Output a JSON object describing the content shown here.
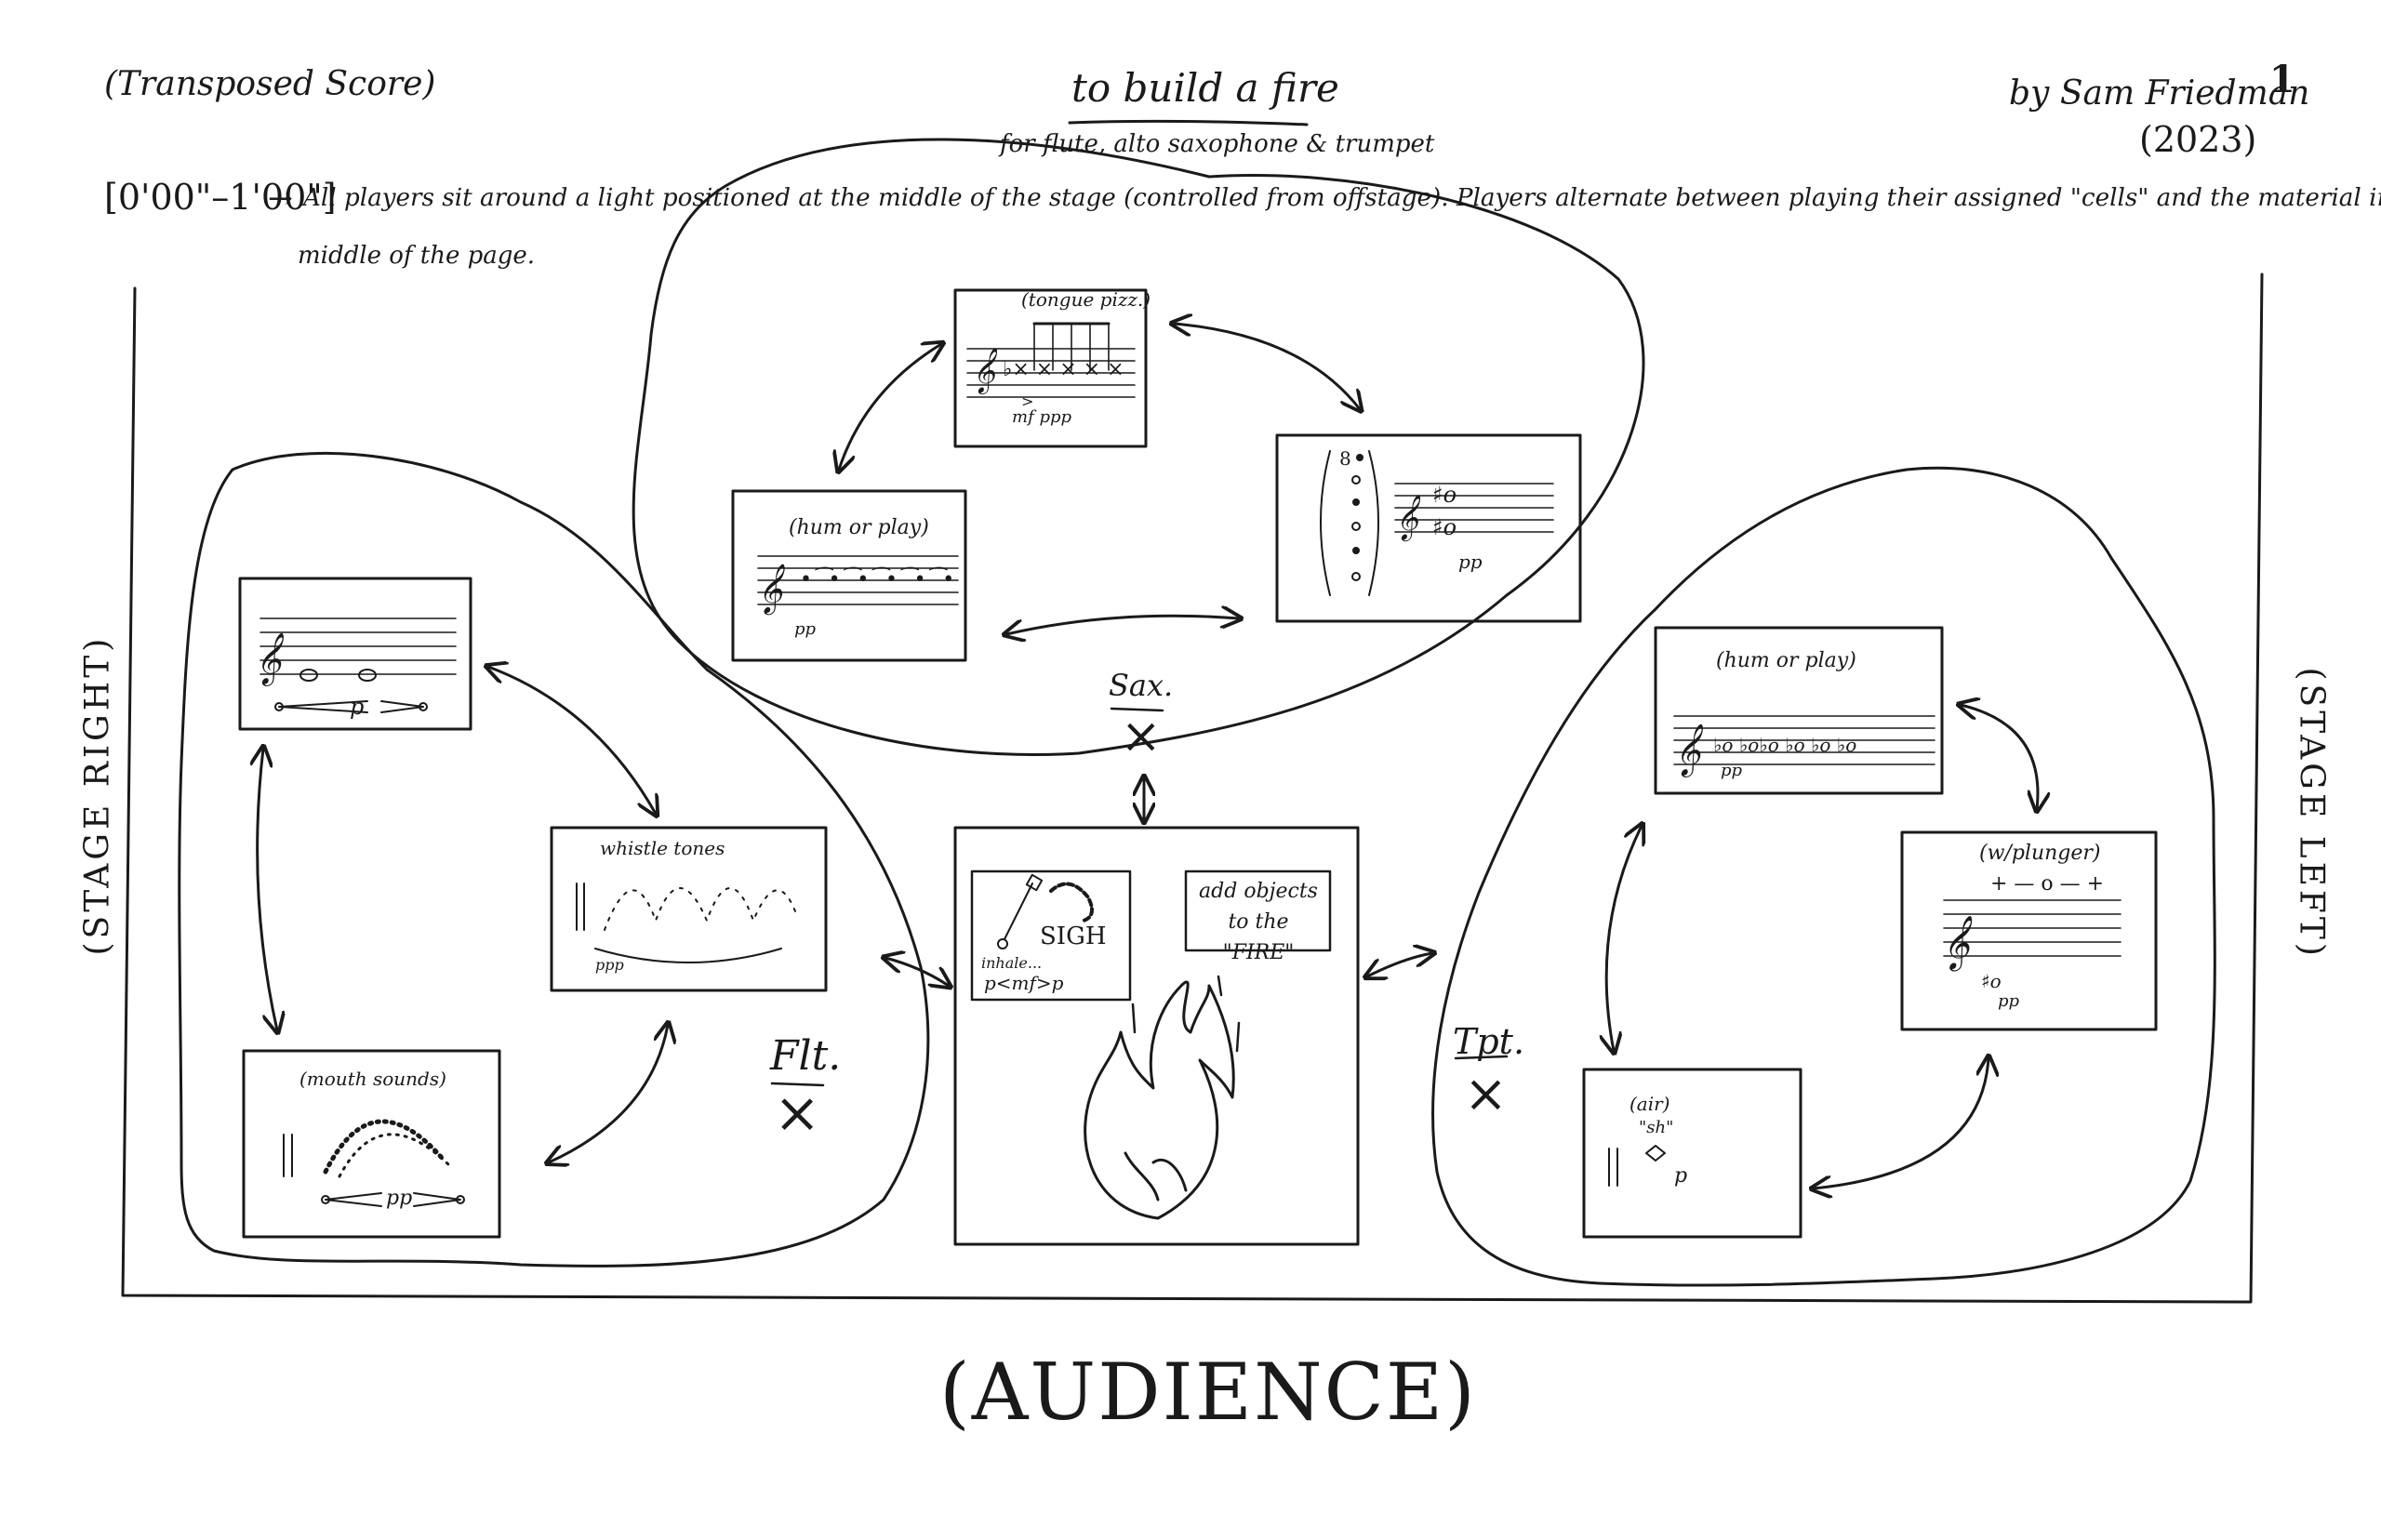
{
  "header": {
    "transposed": "(Transposed Score)",
    "title": "to build a fire",
    "subtitle": "for flute, alto saxophone & trumpet",
    "composer": "by Sam Friedman",
    "year": "(2023)",
    "page_number": "1"
  },
  "instructions": {
    "time": "[0'00\"–1'00\"]",
    "arrow": "→",
    "line1": "All players sit around a light positioned at the middle of the stage (controlled from offstage). Players alternate between playing their assigned \"cells\" and the material in the",
    "line2": "middle of the page."
  },
  "stage": {
    "right_label": "(STAGE RIGHT)",
    "left_label": "(STAGE LEFT)",
    "audience_label": "(AUDIENCE)"
  },
  "players": {
    "sax": "Sax.",
    "flute": "Flt.",
    "trumpet": "Tpt.",
    "position_mark": "×"
  },
  "sax_cells": {
    "tongue_pizz": {
      "label": "(tongue pizz.)",
      "dyn": "mf ppp"
    },
    "hum": {
      "label": "(hum or play)",
      "dyn": "pp"
    },
    "multiphonic": {
      "dyn": "pp"
    }
  },
  "flute_cells": {
    "harmonic": {
      "dyn": "p"
    },
    "whistle": {
      "label": "whistle tones",
      "dyn": "ppp"
    },
    "mouth": {
      "label": "(mouth sounds)",
      "dyn": "pp"
    }
  },
  "trumpet_cells": {
    "hum": {
      "label": "(hum or play)",
      "dyn": "pp"
    },
    "plunger": {
      "label": "(w/plunger)",
      "marks": "+ — o — +",
      "dyn": "pp"
    },
    "air": {
      "label": "(air)",
      "syllable": "\"sh\"",
      "dyn": "p"
    }
  },
  "center": {
    "sigh": "SIGH",
    "inhale": "inhale...",
    "sigh_dyn": "p<mf>p",
    "instruction": "add objects to the \"FIRE\""
  }
}
